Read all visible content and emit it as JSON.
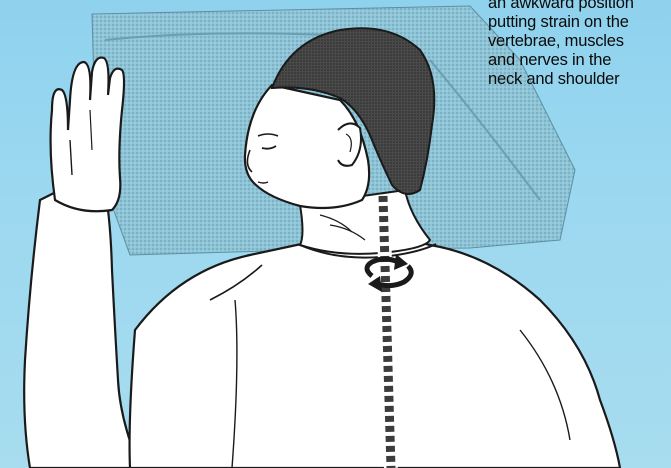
{
  "caption": {
    "lines": [
      "an awkward position",
      "putting strain on the",
      "vertebrae, muscles",
      "and nerves in the",
      "neck and shoulder"
    ]
  },
  "colors": {
    "background": "#9bd8f0",
    "pillow": "#7fb6c9",
    "skin": "#ffffff",
    "hair": "#3a3a3a",
    "spine": "#3c3c3c"
  },
  "icons": {
    "rotation_arrow": "rotation-arrow-icon"
  }
}
